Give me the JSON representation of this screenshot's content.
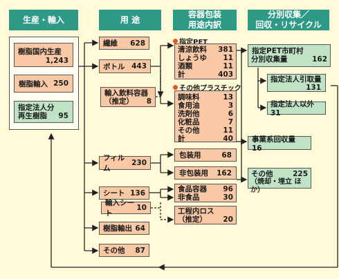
{
  "headers": {
    "col1": "生産・輸入",
    "col2": "用 途",
    "col3_line1": "容器包装",
    "col3_line2": "用途内訳",
    "col4_line1": "分別収集／",
    "col4_line2": "回収・リサイクル"
  },
  "production": {
    "domestic_label": "樹脂国内生産",
    "domestic_value": "1,243",
    "import_label": "樹脂輸入",
    "import_value": "250",
    "designated_label1": "指定法人分",
    "designated_label2": "再生樹脂",
    "designated_value": "95"
  },
  "uses": {
    "fiber": {
      "label": "繊維",
      "value": "628"
    },
    "bottle": {
      "label": "ボトル",
      "value": "443"
    },
    "imported_bev1": "輸入飲料容器",
    "imported_bev2": "（推定）",
    "imported_bev_value": "8",
    "film": {
      "label": "フィルム",
      "value": "230"
    },
    "sheet": {
      "label": "シート",
      "value": "136"
    },
    "imported_sheet": {
      "label": "輸入シート",
      "value": "10"
    },
    "resin_export": {
      "label": "樹脂輸出",
      "value": "64"
    },
    "other": {
      "label": "その他",
      "value": "87"
    }
  },
  "container": {
    "pet_title": "指定PET",
    "pet_rows": [
      {
        "label": "清涼飲料",
        "value": "381"
      },
      {
        "label": "しょうゆ",
        "value": "11"
      },
      {
        "label": "酒類",
        "value": "11"
      },
      {
        "label": "計",
        "value": "403"
      }
    ],
    "other_plastic_title": "その他プラスチック",
    "other_rows": [
      {
        "label": "調味料",
        "value": "13"
      },
      {
        "label": "食用油",
        "value": "3"
      },
      {
        "label": "洗剤他",
        "value": "6"
      },
      {
        "label": "化粧品",
        "value": "7"
      },
      {
        "label": "その他",
        "value": "11"
      },
      {
        "label": "計",
        "value": "40"
      }
    ],
    "packaging": {
      "label": "包装用",
      "value": "68"
    },
    "non_packaging": {
      "label": "非包装用",
      "value": "162"
    },
    "food_containers": {
      "label": "食品容器",
      "value": "96"
    },
    "non_food": {
      "label": "非食品",
      "value": "30"
    },
    "process_loss1": "工程内ロス",
    "process_loss2": "（推定）",
    "process_loss_value": "20"
  },
  "collection": {
    "pet_municipal1": "指定PET市町村",
    "pet_municipal2": "分別収集量",
    "pet_municipal_value": "162",
    "designated_pickup": {
      "label": "指定法人引取量",
      "value": "131"
    },
    "non_designated": "指定法人以外31",
    "business_recovery": "事業系回収量 16",
    "other_label": "その他",
    "other_value": "225",
    "other_note": "（焼却・埋立 ほか）"
  },
  "colors": {
    "header": "#2e9a86",
    "pink": "#f9c9a6",
    "green": "#bfe3c4",
    "background": "#fffbd8",
    "marker": "#e8561c"
  }
}
